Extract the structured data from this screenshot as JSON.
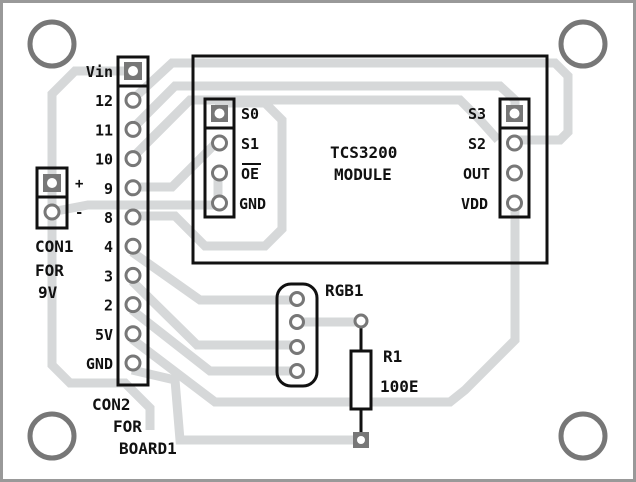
{
  "board": {
    "title": "TCS3200 colour sensor PCB component layout",
    "colors": {
      "trace": "#d6d8d9",
      "pad": "#777777",
      "silkscreen": "#111111",
      "border": "#999999",
      "background": "#ffffff"
    }
  },
  "con2": {
    "designator": "CON2",
    "note_line1": "FOR",
    "note_line2": "BOARD1",
    "pins": [
      "Vin",
      "12",
      "11",
      "10",
      "9",
      "8",
      "4",
      "3",
      "2",
      "5V",
      "GND"
    ]
  },
  "con1": {
    "designator": "CON1",
    "note_line1": "FOR",
    "note_line2": "9V",
    "pins": [
      "+",
      "-"
    ]
  },
  "module": {
    "name_line1": "TCS3200",
    "name_line2": "MODULE",
    "left_pins": [
      "S0",
      "S1",
      "OE",
      "GND"
    ],
    "right_pins": [
      "S3",
      "S2",
      "OUT",
      "VDD"
    ]
  },
  "rgb": {
    "designator": "RGB1",
    "pin_count": 4
  },
  "resistor": {
    "designator": "R1",
    "value": "100E"
  }
}
